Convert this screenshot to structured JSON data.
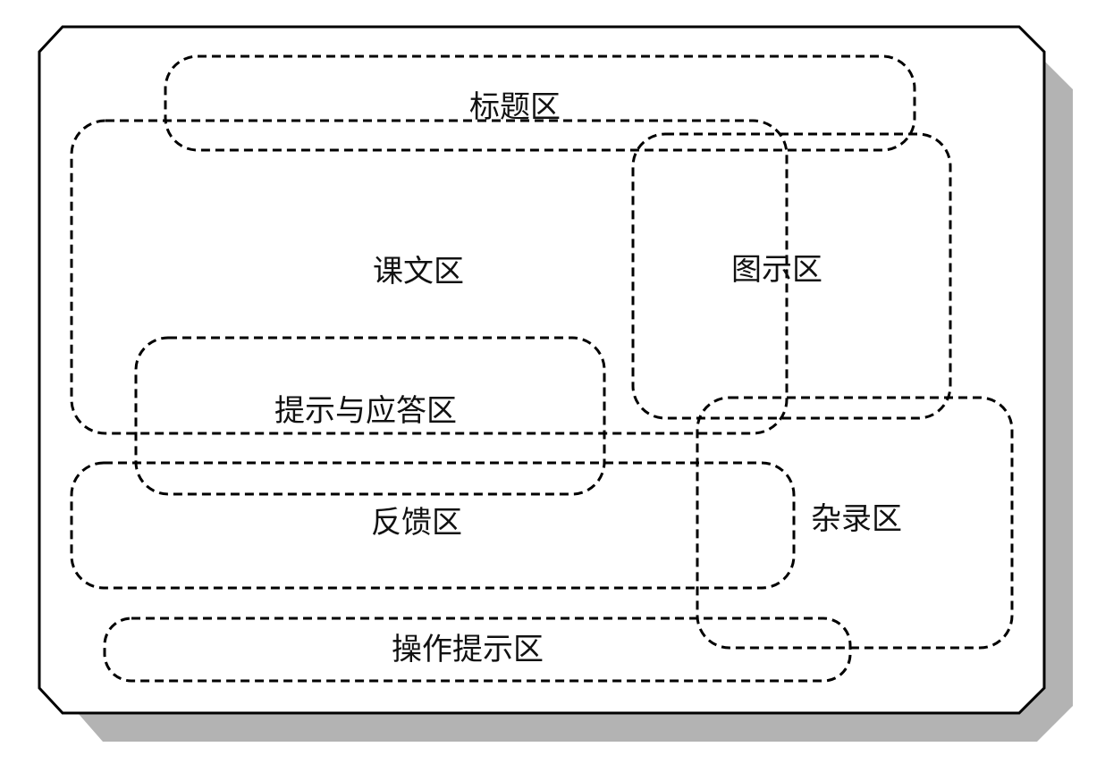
{
  "zones": {
    "title": {
      "label": "标题区"
    },
    "text": {
      "label": "课文区"
    },
    "figure": {
      "label": "图示区"
    },
    "prompt": {
      "label": "提示与应答区"
    },
    "feedback": {
      "label": "反馈区"
    },
    "misc": {
      "label": "杂录区"
    },
    "operation": {
      "label": "操作提示区"
    }
  },
  "colors": {
    "frame_fill": "#ffffff",
    "frame_stroke": "#000000",
    "shadow": "#b3b3b3",
    "dashed_stroke": "#000000",
    "label_text": "#111111"
  }
}
